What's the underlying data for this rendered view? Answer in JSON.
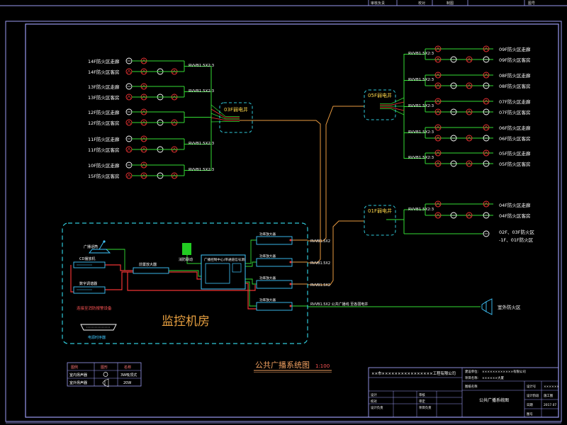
{
  "colors": {
    "background": "#000000",
    "frame": "#9a9af0",
    "wire_green": "#33dd33",
    "wire_red": "#ee3333",
    "wire_orange": "#e89a40",
    "text_white": "#ffffff",
    "text_yellow": "#ffd84a",
    "text_cyan": "#3ad6e8",
    "dash_cyan": "#30c8d8",
    "device_cyan": "#40c8ff",
    "title_orange": "#f0a060",
    "room_orange": "#e8a040"
  },
  "top_strip": {
    "cells": [
      "审核负责",
      "校对",
      "制图",
      "图号"
    ]
  },
  "left_group": {
    "cable_labels": [
      "RVVB1.5X2:3",
      "RVVB1.5X2:3",
      "RVVB1.5X2:3",
      "RVVB1.5X2:3"
    ],
    "zones": [
      "14F防火区走廊",
      "14F防火区客房",
      "13F防火区走廊",
      "13F防火区客房",
      "12F防火区走廊",
      "12F防火区客房",
      "11F防火区走廊",
      "11F防火区客房",
      "10F防火区走廊",
      "15F防火区客房"
    ],
    "box_label": "03F弱电井"
  },
  "right_group": {
    "box_label": "05F弱电井",
    "cable_labels": [
      "RVVB1.5X2:3",
      "RVVB1.5X2:3",
      "RVVB1.5X2:3",
      "RVVB1.5X2:3",
      "RVVB1.5X2:3"
    ],
    "zones": [
      "09F防火区走廊",
      "09F防火区客房",
      "08F防火区走廊",
      "08F防火区客房",
      "07F防火区走廊",
      "07F防火区客房",
      "06F防火区走廊",
      "06F防火区客房",
      "05F防火区走廊",
      "05F防火区客房"
    ]
  },
  "lower_group": {
    "box_label": "01F弱电井",
    "cable_label": "RVVB1.5X2:3",
    "zone1": "04F防火区走廊",
    "zone2": "04F防火区客房",
    "zone3_line1": "02F、03F防火区",
    "zone3_line2": "-1F、01F防火区"
  },
  "control_room": {
    "title": "监控机房",
    "mic_label": "广播话筒",
    "cd_label": "CD播放机",
    "tuner_label": "数字调谐器",
    "mixer_label": "前置放大器",
    "switch_label": "消防联动",
    "host_label": "广播控制中心(带通道信号源)",
    "amp_labels": [
      "功率放大器",
      "功率放大器",
      "功率放大器",
      "功率放大器"
    ],
    "fire_link_label": "连接至消防报警设备",
    "timer_label": "电源时序器",
    "out_labels": [
      "RVVB1.5X2",
      "RVVB1.5X2",
      "RVVB1.5X2",
      "RVVB1.5X2"
    ],
    "out_cable_4": "RVVB1.5X2 公共广播线 至各弱电井",
    "far_zone": "室外防火区"
  },
  "diagram_title": "公共广播系统图",
  "diagram_scale": "1:100",
  "legend": {
    "headers": [
      "图例",
      "图形",
      "名称"
    ],
    "rows": [
      [
        "室内扬声器",
        "",
        "3W吸顶式"
      ],
      [
        "室外扬声器",
        "",
        "20W"
      ]
    ]
  },
  "title_block": {
    "company": "××市××××××××××××××××工程有限公司",
    "client_label": "建设单位:",
    "client": "××××××××××××有限公司",
    "project_label": "项目名称:",
    "project": "××××××大厦",
    "drawing_label": "图纸名称",
    "drawing_name": "公共广播系统图",
    "rows_left": [
      [
        "设计",
        "",
        "审核"
      ],
      [
        "校对",
        "",
        "审定"
      ],
      [
        "设计负责",
        "",
        "项目负责"
      ]
    ],
    "rows_right": [
      [
        "设计号",
        "××××××"
      ],
      [
        "设计阶段",
        "施工图"
      ],
      [
        "日期",
        "2017.07"
      ]
    ],
    "sheet": "图号"
  }
}
